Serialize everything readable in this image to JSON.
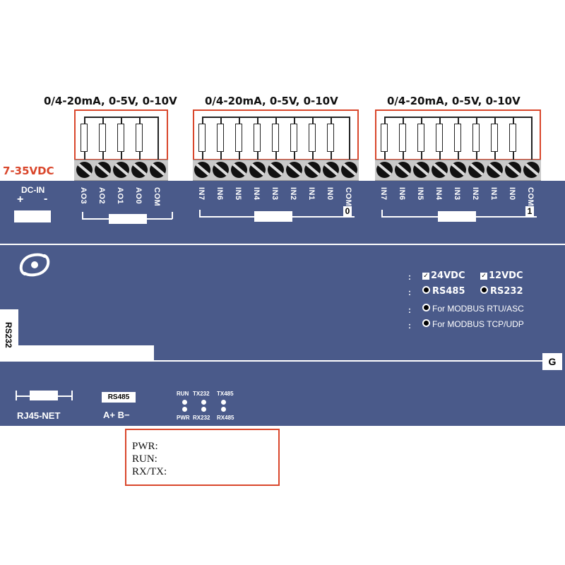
{
  "range_labels": [
    "0/4-20mA, 0-5V, 0-10V",
    "0/4-20mA, 0-5V, 0-10V",
    "0/4-20mA, 0-5V, 0-10V"
  ],
  "power_range": "7-35VDC",
  "dc_in": {
    "label": "DC-IN",
    "plus": "+",
    "minus": "-"
  },
  "ao_pins": [
    "AO3",
    "AO2",
    "AO1",
    "AO0",
    "COM"
  ],
  "ai_group0": {
    "pins": [
      "IN7",
      "IN6",
      "IN5",
      "IN4",
      "IN3",
      "IN2",
      "IN1",
      "IN0",
      "COM"
    ],
    "number": "0"
  },
  "ai_group1": {
    "pins": [
      "IN7",
      "IN6",
      "IN5",
      "IN4",
      "IN3",
      "IN2",
      "IN1",
      "IN0",
      "COM"
    ],
    "number": "1"
  },
  "options": {
    "v24": "24VDC",
    "v12": "12VDC",
    "rs485": "RS485",
    "rs232": "RS232",
    "modbus_rtu": "For MODBUS RTU/ASC",
    "modbus_tcp": "For MODBUS TCP/UDP",
    "colon": ":"
  },
  "rs232_label": "RS232",
  "ground_label": "G",
  "rj45_label": "RJ45-NET",
  "rs485_badge": "RS485",
  "rs485_ab": "A+ B−",
  "leds_top": [
    "RUN",
    "TX232",
    "TX485"
  ],
  "leds_bottom": [
    "PWR",
    "RX232",
    "RX485"
  ],
  "status_box": [
    "PWR:",
    "RUN:",
    "RX/TX:"
  ],
  "colors": {
    "panel": "#4a5a8a",
    "accent_red": "#d9462b",
    "strip": "#c9c9c9"
  }
}
